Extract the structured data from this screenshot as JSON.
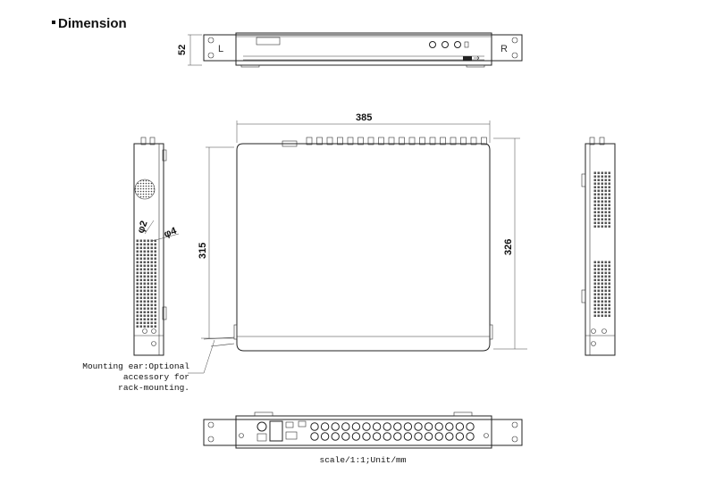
{
  "heading": "Dimension",
  "dimensions": {
    "front_height": "52",
    "top_width": "385",
    "top_depth_left": "315",
    "top_depth_right": "326",
    "hole_small": "φ2",
    "hole_large": "φ4"
  },
  "front_labels": {
    "left": "L",
    "right": "R"
  },
  "notes": {
    "mounting_ear": [
      "Mounting ear:Optional",
      "accessory for",
      "rack-mounting."
    ],
    "scale": "scale/1:1;Unit/mm"
  }
}
